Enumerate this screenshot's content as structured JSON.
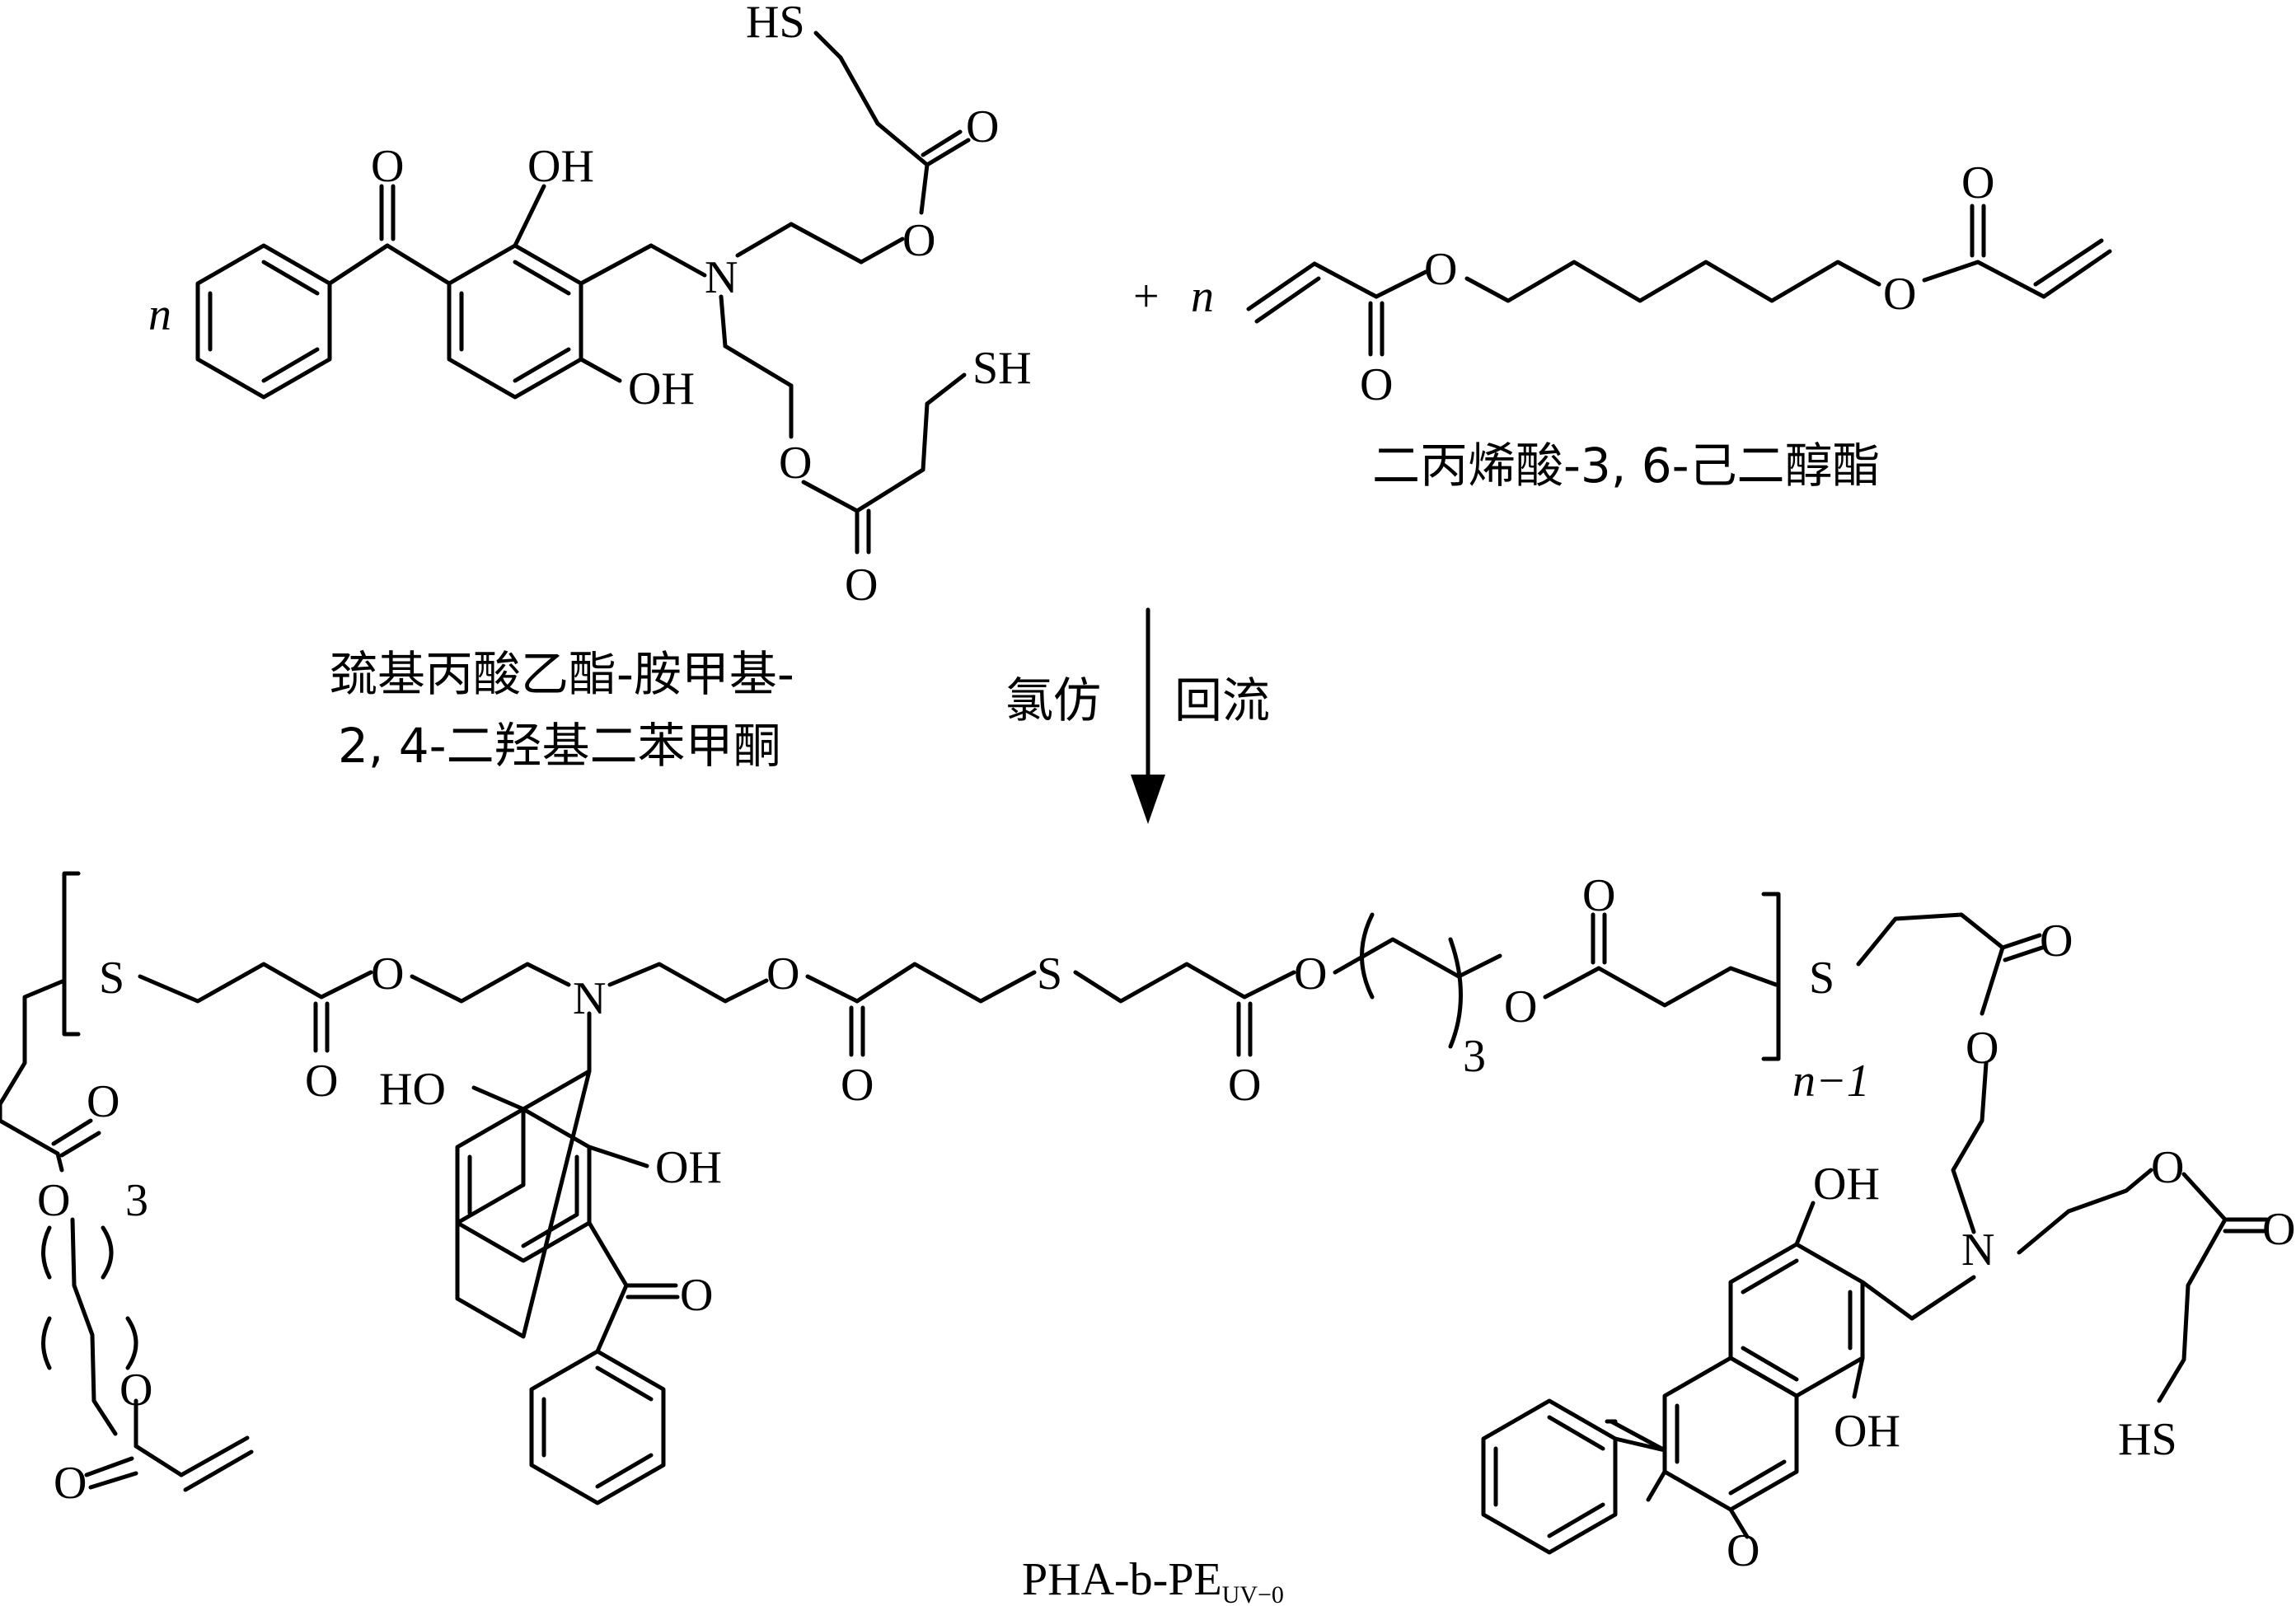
{
  "reactant1": {
    "prefix": "n",
    "name_line1": "巯基丙酸乙酯-胺甲基-",
    "name_line2": "2, 4-二羟基二苯甲酮"
  },
  "plus": "+",
  "reactant2": {
    "prefix": "n",
    "name": "二丙烯酸-3, 6-己二醇酯"
  },
  "conditions": {
    "left": "氯仿",
    "right": "回流"
  },
  "product": {
    "name": "PHA-b-PE",
    "name_sub": "UV−0",
    "repeat_label": "n−1",
    "chain_count": "3"
  },
  "atoms": {
    "o": "O",
    "oh": "OH",
    "ho": "HO",
    "n": "N",
    "s": "S",
    "sh": "SH",
    "hs": "HS"
  }
}
